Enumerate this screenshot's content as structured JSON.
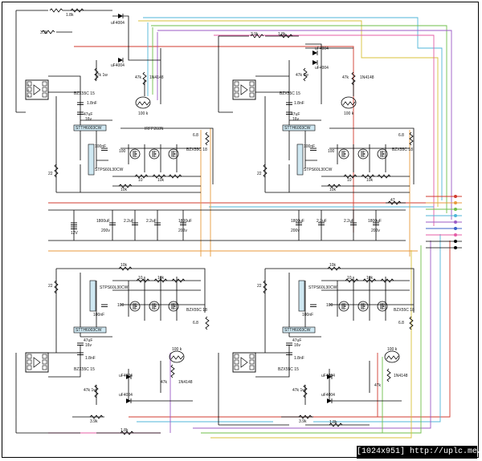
{
  "footer": {
    "text": "[1024x951] http://uplc.me/"
  },
  "quadrants": {
    "tl": {
      "r_top": "3.9k",
      "r_top2": "1.8k",
      "d1": "uF4004",
      "d2": "uF4004",
      "r47k": "47k 1w",
      "r47k2": "47k",
      "d3": "1N4148",
      "therm": "100 k",
      "zener1": "BZX55C 15",
      "c1": "1.8nF",
      "c2": "47uF",
      "c2v": "16v",
      "diode_top": "STTH6003CW",
      "diode_side": "STPS60L30CW",
      "c3": "100nF",
      "r100": "100",
      "mosfet": "IRFP260N",
      "zener2": "BZX55C 18",
      "r68": "6.8",
      "r22": "22",
      "r10": "10",
      "r10k": "10k",
      "r10k2": "10k"
    },
    "tr": {
      "r_top": "3.9k",
      "r_top2": "1.8k",
      "d1": "uF4004",
      "d2": "uF4004",
      "r47k": "47k 1w",
      "r47k2": "47k",
      "d3": "1N4148",
      "therm": "100 k",
      "zener1": "BZX55C 15",
      "c1": "1.8nF",
      "c2": "47uF",
      "c2v": "16v",
      "diode_top": "STTH6003CW",
      "diode_side": "STPS60L30CW",
      "c3": "100nF",
      "r100": "100",
      "zener2": "BZX55C 18",
      "r68": "6.8",
      "r22": "22",
      "r10": "10",
      "r10k": "10k",
      "r10k2": "10k"
    },
    "bl": {
      "r_top": "3.9k",
      "r_top2": "1.8k",
      "d1": "uF4004",
      "d2": "uF4004",
      "r47k": "47k 1w",
      "r47k2": "47k",
      "d3": "1N4148",
      "therm": "100 k",
      "zener1": "BZX55C 15",
      "c1": "1.8nF",
      "c2": "47uF",
      "c2v": "16v",
      "diode_top": "STTH6003CW",
      "diode_side": "STPS60L30CW",
      "c3": "100nF",
      "r100": "100",
      "zener2": "BZX55C 18",
      "r68": "6.8",
      "r22": "22",
      "r10": "10",
      "r10k": "10k",
      "r10k2": "10k"
    },
    "br": {
      "r_top": "3.9k",
      "r_top2": "1.8k",
      "d1": "uF4004",
      "d2": "uF4004",
      "r47k": "47k 1w",
      "r47k2": "47k",
      "d3": "1N4148",
      "therm": "100 k",
      "zener1": "BZX55C 15",
      "c1": "1.8nF",
      "c2": "47uF",
      "c2v": "16v",
      "diode_top": "STTH6003CW",
      "diode_side": "STPS60L30CW",
      "c3": "100nF",
      "r100": "100",
      "zener2": "BZX55C 18",
      "r68": "6.8",
      "r22": "22",
      "r10": "10",
      "r10k": "10k",
      "r10k2": "10k"
    }
  },
  "middle": {
    "batt": "12V",
    "caps_left": [
      {
        "c": "1800uF",
        "v": "200v"
      },
      {
        "c": "2.2uF",
        "v": ""
      },
      {
        "c": "2.2uF",
        "v": ""
      },
      {
        "c": "1800uF",
        "v": "200v"
      }
    ],
    "caps_right": [
      {
        "c": "1800uF",
        "v": "200v"
      },
      {
        "c": "2.2uF",
        "v": ""
      },
      {
        "c": "2.2uF",
        "v": ""
      },
      {
        "c": "1800uF",
        "v": "200v"
      }
    ],
    "r47": "47"
  },
  "colors": {
    "red": "#d23b2f",
    "orange": "#e89a3c",
    "green": "#6fbf4a",
    "cyan": "#4fb6d8",
    "purple": "#9b5bc6",
    "blue": "#3b62c9",
    "pink": "#e45ca6",
    "yellow": "#d8c23a"
  }
}
